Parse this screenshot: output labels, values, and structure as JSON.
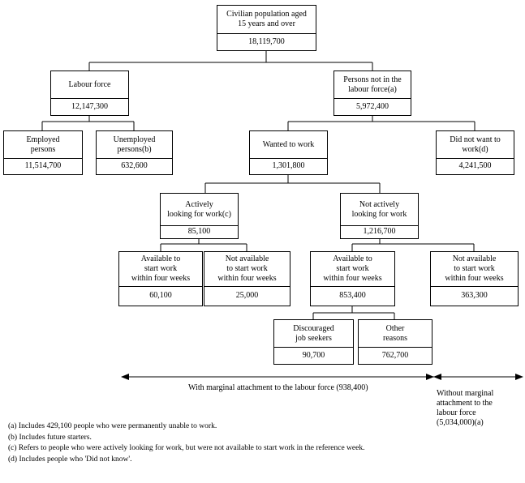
{
  "nodes": {
    "civ": {
      "label": "Civilian population aged\n15 years and over",
      "value": "18,119,700"
    },
    "lf": {
      "label": "Labour force",
      "value": "12,147,300"
    },
    "nilf": {
      "label": "Persons not in the\nlabour force(a)",
      "value": "5,972,400"
    },
    "emp": {
      "label": "Employed\npersons",
      "value": "11,514,700"
    },
    "unemp": {
      "label": "Unemployed\npersons(b)",
      "value": "632,600"
    },
    "wanted": {
      "label": "Wanted to work",
      "value": "1,301,800"
    },
    "notwant": {
      "label": "Did not want to\nwork(d)",
      "value": "4,241,500"
    },
    "active": {
      "label": "Actively\nlooking for work(c)",
      "value": "85,100"
    },
    "notactive": {
      "label": "Not actively\nlooking for work",
      "value": "1,216,700"
    },
    "a_avail": {
      "label": "Available to\nstart work\nwithin four weeks",
      "value": "60,100"
    },
    "a_notav": {
      "label": "Not available\nto start work\nwithin four weeks",
      "value": "25,000"
    },
    "n_avail": {
      "label": "Available to\nstart work\nwithin four weeks",
      "value": "853,400"
    },
    "n_notav": {
      "label": "Not available\nto start work\nwithin four weeks",
      "value": "363,300"
    },
    "disc": {
      "label": "Discouraged\njob seekers",
      "value": "90,700"
    },
    "other": {
      "label": "Other\nreasons",
      "value": "762,700"
    }
  },
  "marginal_label": "With marginal attachment to the labour force (938,400)",
  "without_label": "Without marginal\nattachment to the\nlabour force\n  (5,034,000)(a)",
  "notes": [
    "(a) Includes 429,100 people who were permanently unable to work.",
    "(b) Includes future starters.",
    "(c) Refers to people who were actively looking for work, but were not available to start work in the reference week.",
    "(d) Includes people who 'Did not know'."
  ]
}
